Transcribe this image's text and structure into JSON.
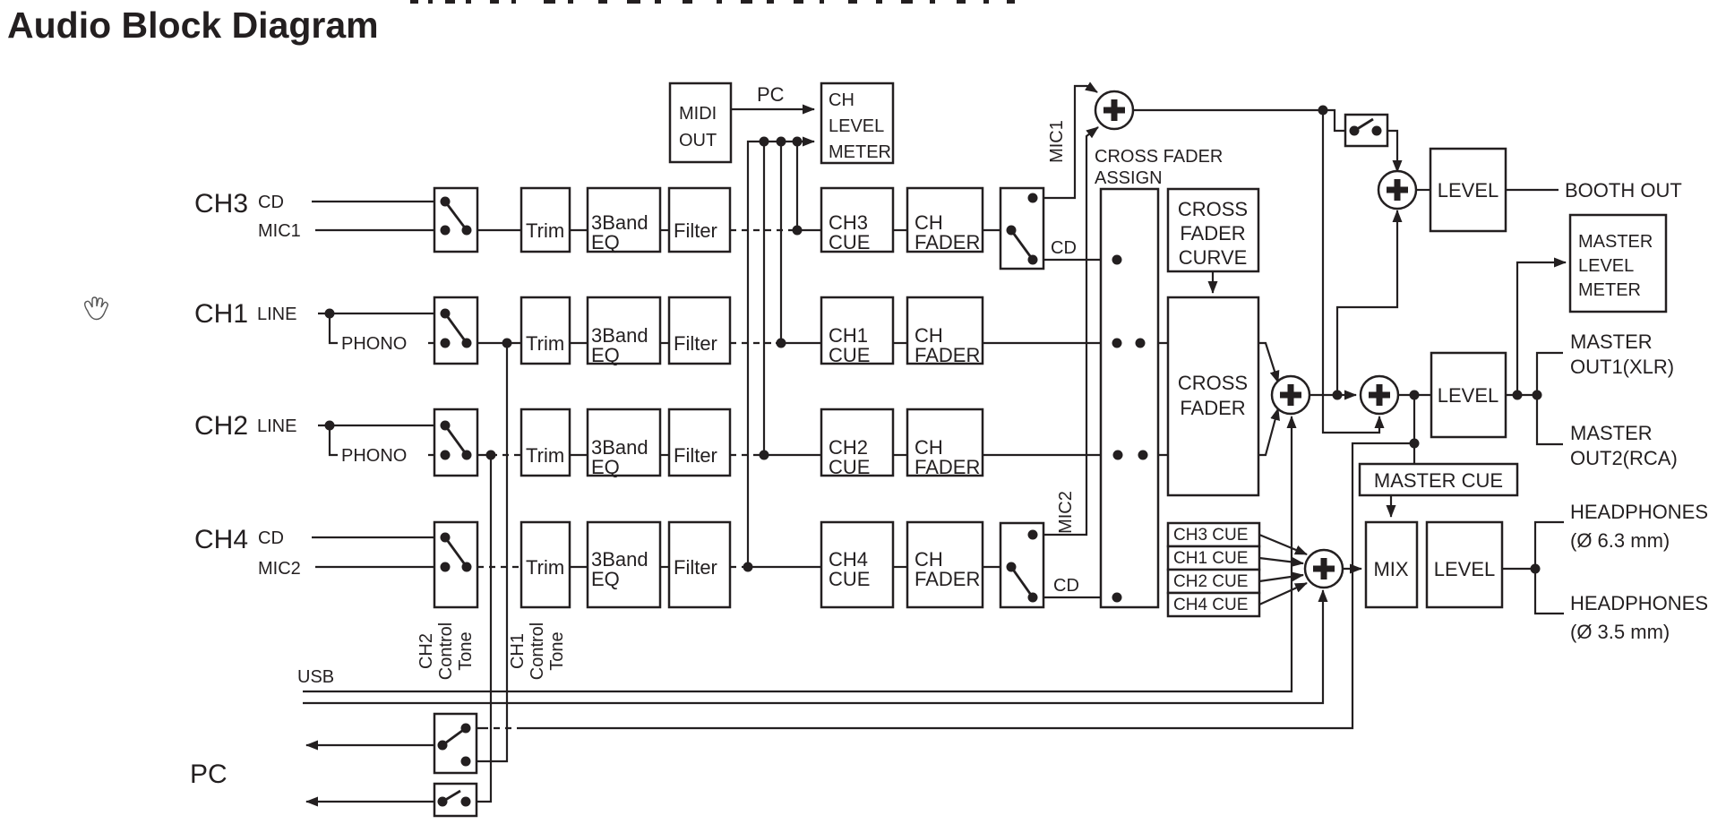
{
  "title": "Audio Block Diagram",
  "colors": {
    "ink": "#231f20",
    "background": "#ffffff"
  },
  "top_section": {
    "midi_out_line1": "MIDI",
    "midi_out_line2": "OUT",
    "pc_arrow_label": "PC",
    "meter_line1": "CH",
    "meter_line2": "LEVEL",
    "meter_line3": "METER"
  },
  "channels": {
    "ch3": {
      "name": "CH3",
      "input_a": "CD",
      "input_b": "MIC1",
      "cue_line1": "CH3",
      "cue_line2": "CUE"
    },
    "ch1": {
      "name": "CH1",
      "input_a": "LINE",
      "input_b": "PHONO",
      "cue_line1": "CH1",
      "cue_line2": "CUE"
    },
    "ch2": {
      "name": "CH2",
      "input_a": "LINE",
      "input_b": "PHONO",
      "cue_line1": "CH2",
      "cue_line2": "CUE"
    },
    "ch4": {
      "name": "CH4",
      "input_a": "CD",
      "input_b": "MIC2",
      "cue_line1": "CH4",
      "cue_line2": "CUE"
    }
  },
  "blocks": {
    "trim": "Trim",
    "eq_line1": "3Band",
    "eq_line2": "EQ",
    "filter": "Filter",
    "fader_line1": "CH",
    "fader_line2": "FADER"
  },
  "routing": {
    "mic1_label": "MIC1",
    "mic2_label": "MIC2",
    "cd_label_ch3": "CD",
    "cd_label_ch4": "CD",
    "assign_line1": "CROSS FADER",
    "assign_line2": "ASSIGN",
    "curve_line1": "CROSS",
    "curve_line2": "FADER",
    "curve_line3": "CURVE",
    "crossfader_line1": "CROSS",
    "crossfader_line2": "FADER"
  },
  "outputs": {
    "level": "LEVEL",
    "booth_out": "BOOTH OUT",
    "master_meter_line1": "MASTER",
    "master_meter_line2": "LEVEL",
    "master_meter_line3": "METER",
    "master_out1_line1": "MASTER",
    "master_out1_line2": "OUT1(XLR)",
    "master_out2_line1": "MASTER",
    "master_out2_line2": "OUT2(RCA)",
    "master_cue": "MASTER CUE",
    "cue_bus_ch3": "CH3 CUE",
    "cue_bus_ch1": "CH1 CUE",
    "cue_bus_ch2": "CH2 CUE",
    "cue_bus_ch4": "CH4 CUE",
    "mix": "MIX",
    "hp1_line1": "HEADPHONES",
    "hp1_line2": "(Ø 6.3 mm)",
    "hp2_line1": "HEADPHONES",
    "hp2_line2": "(Ø 3.5 mm)"
  },
  "bottom": {
    "usb": "USB",
    "pc": "PC",
    "ch2_tone_w1": "CH2",
    "ch2_tone_w2": "Control",
    "ch2_tone_w3": "Tone",
    "ch1_tone_w1": "CH1",
    "ch1_tone_w2": "Control",
    "ch1_tone_w3": "Tone"
  }
}
